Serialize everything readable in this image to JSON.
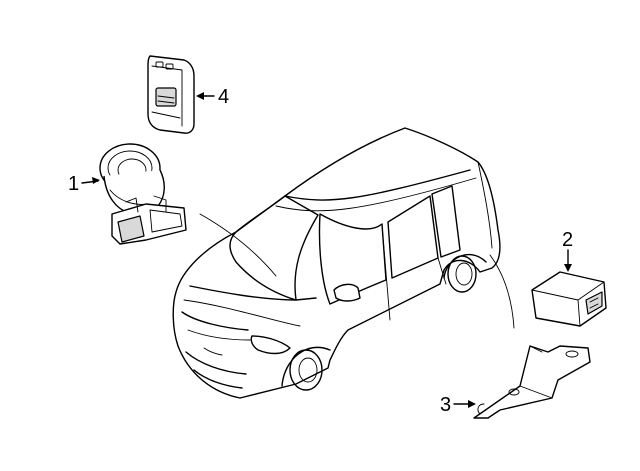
{
  "callouts": {
    "c1": "1",
    "c2": "2",
    "c3": "3",
    "c4": "4"
  },
  "colors": {
    "line": "#000000",
    "background": "#ffffff",
    "shade": "#d9d9d9"
  }
}
